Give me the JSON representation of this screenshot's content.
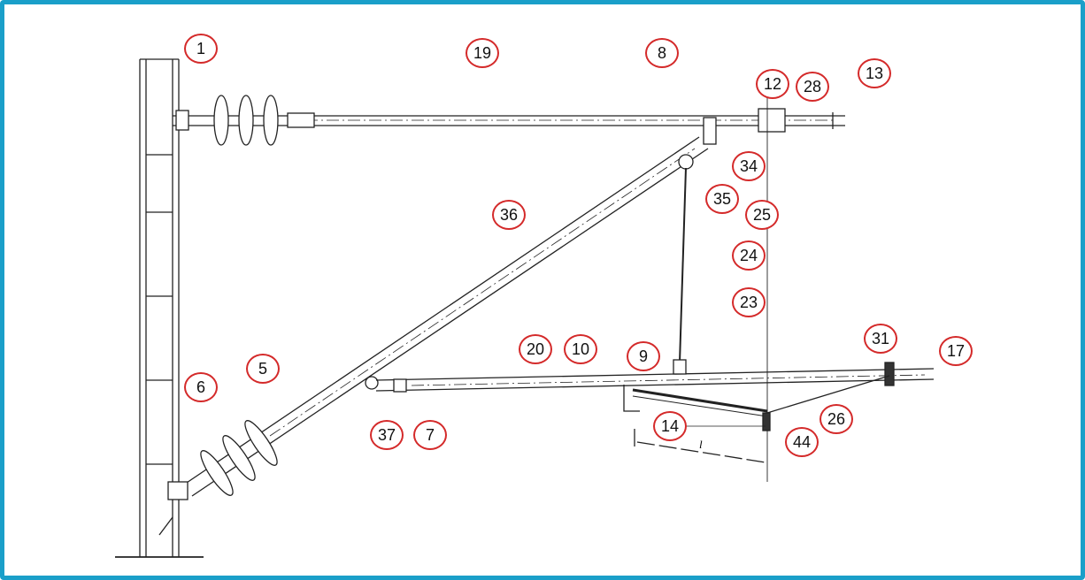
{
  "colors": {
    "border": "#1a9fc9",
    "callout": "#d42a2a",
    "line": "#222222"
  },
  "callouts": [
    {
      "id": "1"
    },
    {
      "id": "19"
    },
    {
      "id": "8"
    },
    {
      "id": "12"
    },
    {
      "id": "28"
    },
    {
      "id": "13"
    },
    {
      "id": "34"
    },
    {
      "id": "35"
    },
    {
      "id": "36"
    },
    {
      "id": "25"
    },
    {
      "id": "24"
    },
    {
      "id": "23"
    },
    {
      "id": "20"
    },
    {
      "id": "10"
    },
    {
      "id": "9"
    },
    {
      "id": "31"
    },
    {
      "id": "17"
    },
    {
      "id": "5"
    },
    {
      "id": "6"
    },
    {
      "id": "37"
    },
    {
      "id": "7"
    },
    {
      "id": "14"
    },
    {
      "id": "44"
    },
    {
      "id": "26"
    }
  ],
  "dimension_label": "l"
}
